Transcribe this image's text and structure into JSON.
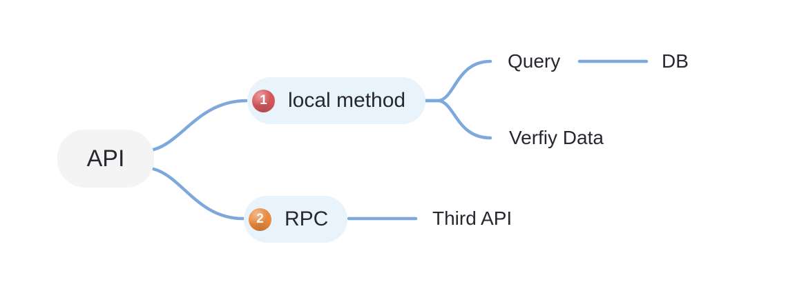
{
  "diagram": {
    "type": "mindmap",
    "root": {
      "label": "API"
    },
    "branches": [
      {
        "label": "local method",
        "badge": "1",
        "children": [
          {
            "label": "Query",
            "children": [
              {
                "label": "DB"
              }
            ]
          },
          {
            "label": "Verfiy Data"
          }
        ]
      },
      {
        "label": "RPC",
        "badge": "2",
        "children": [
          {
            "label": "Third API"
          }
        ]
      }
    ]
  },
  "colors": {
    "connector": "#7ca8dc",
    "root_bg": "#f4f4f5",
    "branch_bg": "#e9f3fb",
    "text": "#27272f",
    "badge1": "#d6575b",
    "badge2": "#e98a3e",
    "badge_text": "#ffffff"
  }
}
